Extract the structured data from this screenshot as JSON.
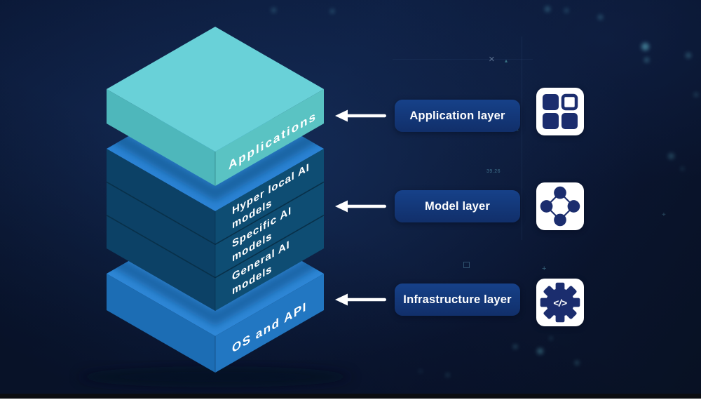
{
  "stack": {
    "applications": {
      "label": "Applications"
    },
    "models": {
      "sublayers": [
        {
          "line1": "Hyper local AI",
          "line2": "models"
        },
        {
          "line1": "Specific AI",
          "line2": "models"
        },
        {
          "line1": "General AI",
          "line2": "models"
        }
      ]
    },
    "os": {
      "label": "OS and API"
    }
  },
  "callouts": [
    {
      "label": "Application layer",
      "icon": "app-grid-icon"
    },
    {
      "label": "Model layer",
      "icon": "model-network-icon"
    },
    {
      "label": "Infrastructure layer",
      "icon": "infrastructure-gear-icon"
    }
  ],
  "icons": {
    "code_glyph": "</>"
  },
  "hud": {
    "x_marker": "×",
    "triangle_small": "▴",
    "triangle_outline": "△",
    "reading": "39.26",
    "sparkle_1": "+",
    "sparkle_2": "+"
  },
  "colors": {
    "background_navy": "#0b1938",
    "pill_blue": "#123a7c",
    "icon_navy": "#1b2d6e",
    "applications_top": "#69d1d8",
    "applications_left": "#4eb7bb",
    "applications_right": "#5ac3c3",
    "models_top": "#2b83d4",
    "models_left": "#0c4166",
    "models_right": "#0e4d73",
    "os_top": "#2e87d6",
    "os_left": "#1c6db4",
    "os_right": "#2277c2",
    "arrow_white": "#ffffff"
  }
}
